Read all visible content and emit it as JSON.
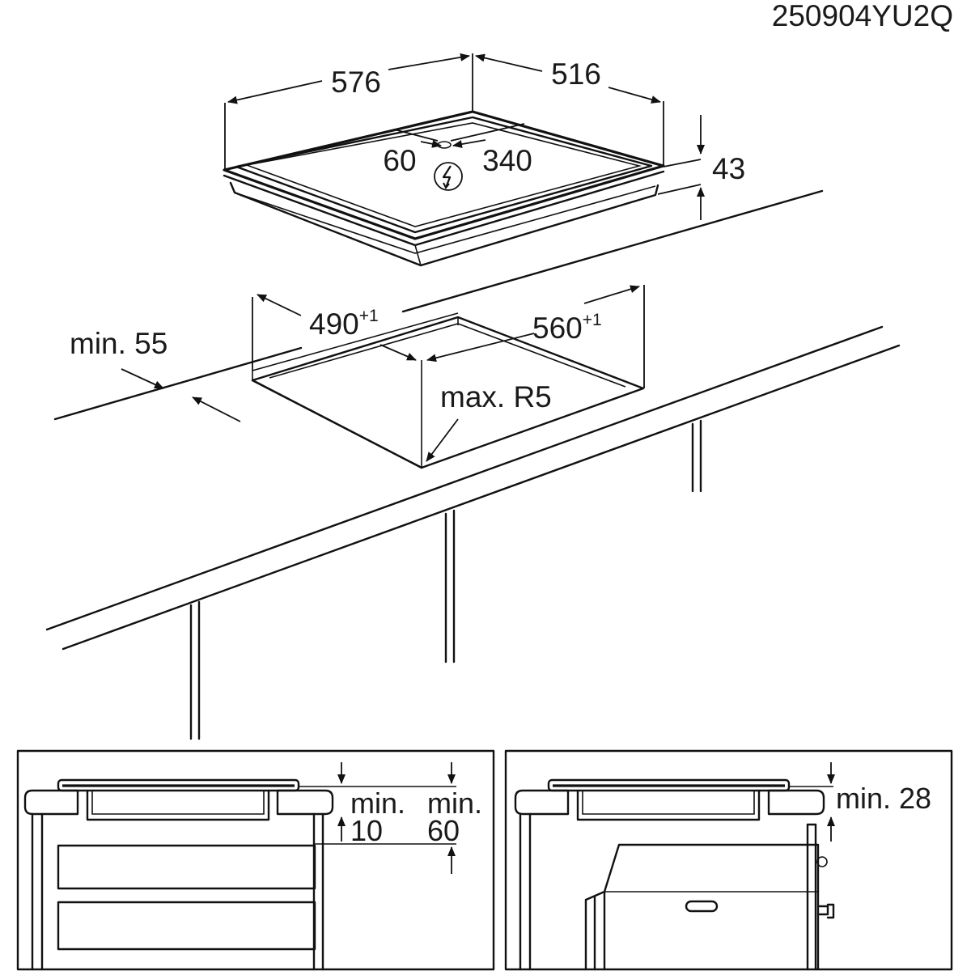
{
  "document": {
    "code": "250904YU2Q"
  },
  "hob": {
    "width": "576",
    "depth": "516",
    "height": "43",
    "conn_left": "60",
    "conn_right": "340",
    "power_symbol": "lightning-circle-icon"
  },
  "cutout": {
    "width_value": "490",
    "width_tol": "+1",
    "depth_value": "560",
    "depth_tol": "+1",
    "min_front": "min. 55",
    "radius": "max. R5"
  },
  "detail_left": {
    "min_label_a": "min.",
    "min_value_a": "10",
    "min_label_b": "min.",
    "min_value_b": "60"
  },
  "detail_right": {
    "min_text": "min. 28"
  }
}
